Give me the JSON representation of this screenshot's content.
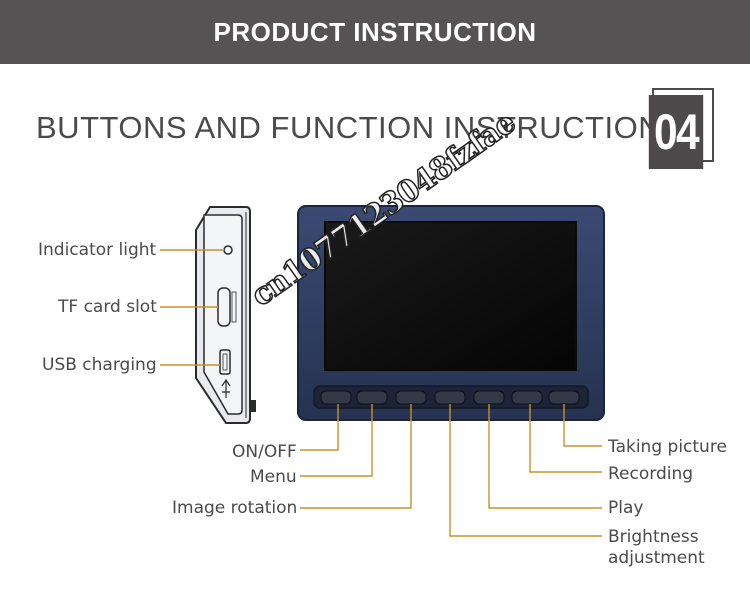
{
  "header": {
    "title": "PRODUCT INSTRUCTION"
  },
  "section": {
    "title": "BUTTONS AND FUNCTION INSTRUCTION",
    "number": "04"
  },
  "side_labels": {
    "indicator": "Indicator light",
    "tf_card": "TF card slot",
    "usb": "USB charging"
  },
  "button_labels": {
    "on_off": "ON/OFF",
    "menu": "Menu",
    "image_rotation": "Image rotation",
    "brightness": "Brightness adjustment",
    "play": "Play",
    "recording": "Recording",
    "taking_picture": "Taking picture"
  },
  "watermark": {
    "text": "cn1077123048fzfae"
  },
  "colors": {
    "header_bg": "#555353",
    "leader_line": "#c8902a",
    "device_frame": "#2c3858"
  }
}
